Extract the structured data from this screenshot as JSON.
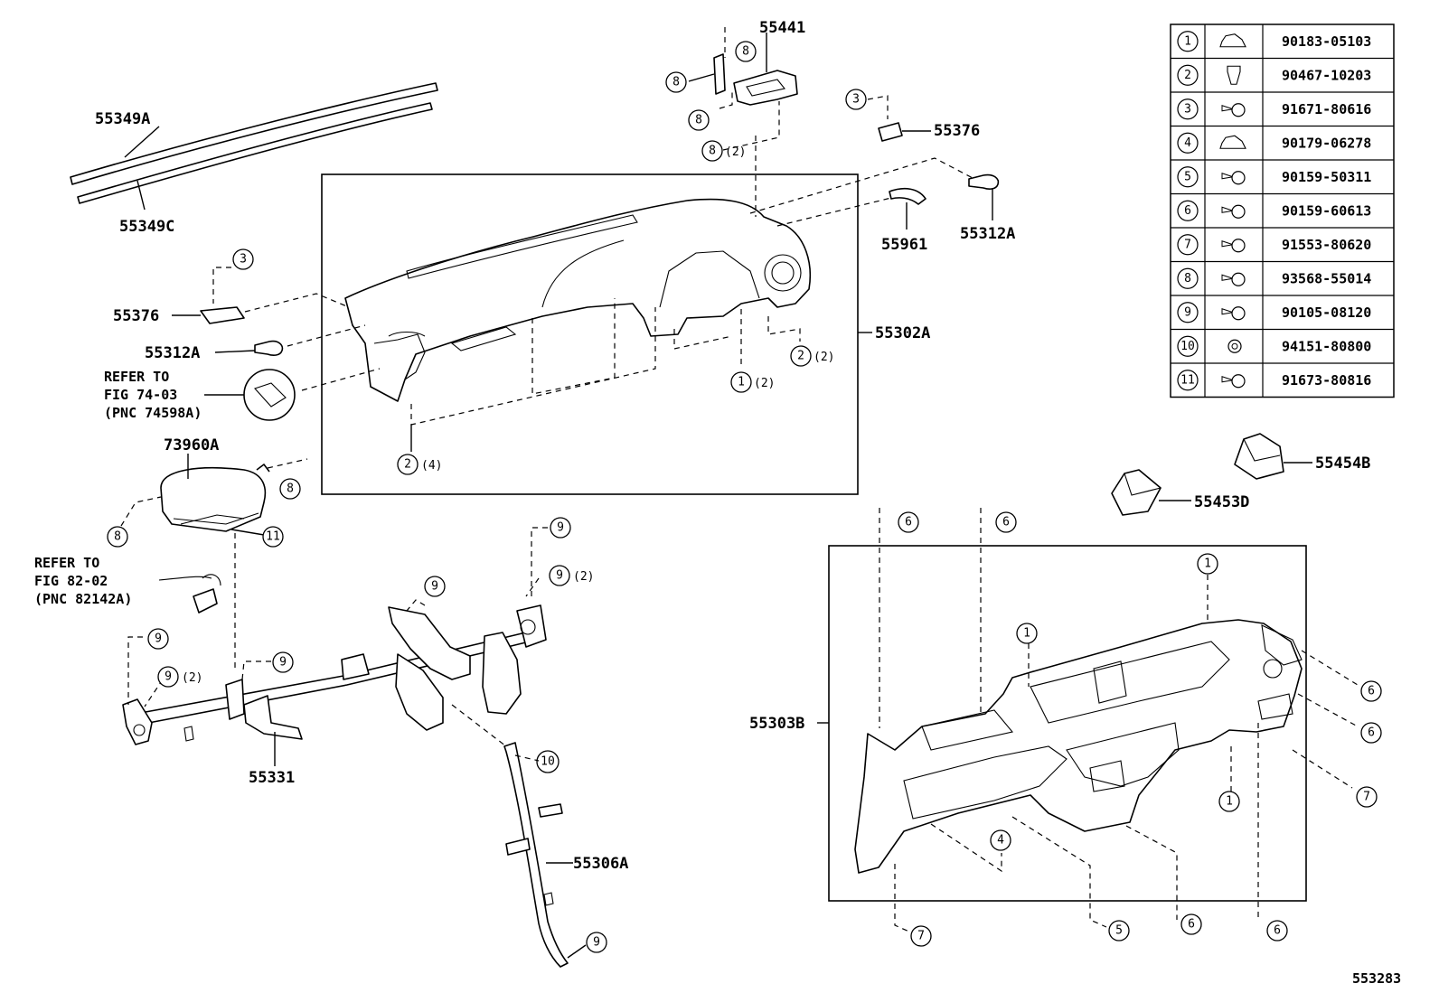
{
  "figure_number": "553283",
  "part_labels": {
    "p55349A": "55349A",
    "p55349C": "55349C",
    "p55441": "55441",
    "p55376_top": "55376",
    "p55376_left": "55376",
    "p55312A_top": "55312A",
    "p55312A_left": "55312A",
    "p55961": "55961",
    "p55302A": "55302A",
    "p73960A": "73960A",
    "p55331": "55331",
    "p55306A": "55306A",
    "p55303B": "55303B",
    "p55453D": "55453D",
    "p55454B": "55454B"
  },
  "references": {
    "ref1_line1": "REFER TO",
    "ref1_line2": "FIG 74-03",
    "ref1_line3": "(PNC 74598A)",
    "ref2_line1": "REFER TO",
    "ref2_line2": "FIG 82-02",
    "ref2_line3": "(PNC 82142A)"
  },
  "callouts": {
    "c_8a": "8",
    "c_8b": "8",
    "c_8c": "8",
    "c_8d": "8",
    "c_8e": "8",
    "c_8f": "8",
    "c_3a": "3",
    "c_3b": "3",
    "c_2a": "2",
    "c_2b": "2",
    "c_1a": "1",
    "c_11": "11",
    "c_9a": "9",
    "c_9b": "9",
    "c_9c": "9",
    "c_9d": "9",
    "c_9e": "9",
    "c_9f": "9",
    "c_9g": "9",
    "c_10": "10",
    "c_6a": "6",
    "c_6b": "6",
    "c_6c": "6",
    "c_6d": "6",
    "c_6e": "6",
    "c_6f": "6",
    "c_1b": "1",
    "c_1c": "1",
    "c_1d": "1",
    "c_7a": "7",
    "c_7b": "7",
    "c_4": "4",
    "c_5": "5"
  },
  "quantities": {
    "q_8": "(2)",
    "q_2a": "(2)",
    "q_1": "(2)",
    "q_2b": "(4)",
    "q_9a": "(2)",
    "q_9b": "(2)"
  },
  "fastener_table": {
    "rows": [
      {
        "index": "1",
        "part": "90183-05103"
      },
      {
        "index": "2",
        "part": "90467-10203"
      },
      {
        "index": "3",
        "part": "91671-80616"
      },
      {
        "index": "4",
        "part": "90179-06278"
      },
      {
        "index": "5",
        "part": "90159-50311"
      },
      {
        "index": "6",
        "part": "90159-60613"
      },
      {
        "index": "7",
        "part": "91553-80620"
      },
      {
        "index": "8",
        "part": "93568-55014"
      },
      {
        "index": "9",
        "part": "90105-08120"
      },
      {
        "index": "10",
        "part": "94151-80800"
      },
      {
        "index": "11",
        "part": "91673-80816"
      }
    ]
  }
}
